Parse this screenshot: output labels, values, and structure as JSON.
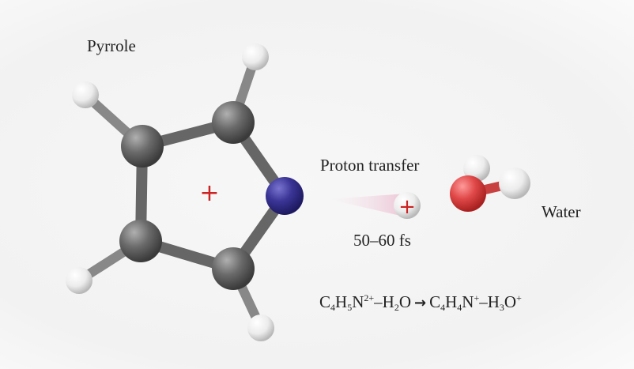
{
  "labels": {
    "molecule": "Pyrrole",
    "process": "Proton transfer",
    "time": "50–60 fs",
    "partner": "Water",
    "charge_symbol": "+"
  },
  "equation": {
    "segments": [
      {
        "t": "C"
      },
      {
        "t": "4",
        "k": "sub"
      },
      {
        "t": "H"
      },
      {
        "t": "5",
        "k": "sub"
      },
      {
        "t": "N"
      },
      {
        "t": "2+",
        "k": "sup"
      },
      {
        "t": "–H"
      },
      {
        "t": "2",
        "k": "sub"
      },
      {
        "t": "O"
      },
      {
        "t": "→",
        "k": "arrow"
      },
      {
        "t": "C"
      },
      {
        "t": "4",
        "k": "sub"
      },
      {
        "t": "H"
      },
      {
        "t": "4",
        "k": "sub"
      },
      {
        "t": "N"
      },
      {
        "t": "+",
        "k": "sup"
      },
      {
        "t": "–H"
      },
      {
        "t": "3",
        "k": "sub"
      },
      {
        "t": "O"
      },
      {
        "t": "+",
        "k": "sup"
      }
    ]
  },
  "colors": {
    "carbon": "#707070",
    "nitrogen": "#3a3595",
    "hydrogen": "#f2f2f2",
    "oxygen": "#e04848",
    "charge": "#cc2222"
  }
}
